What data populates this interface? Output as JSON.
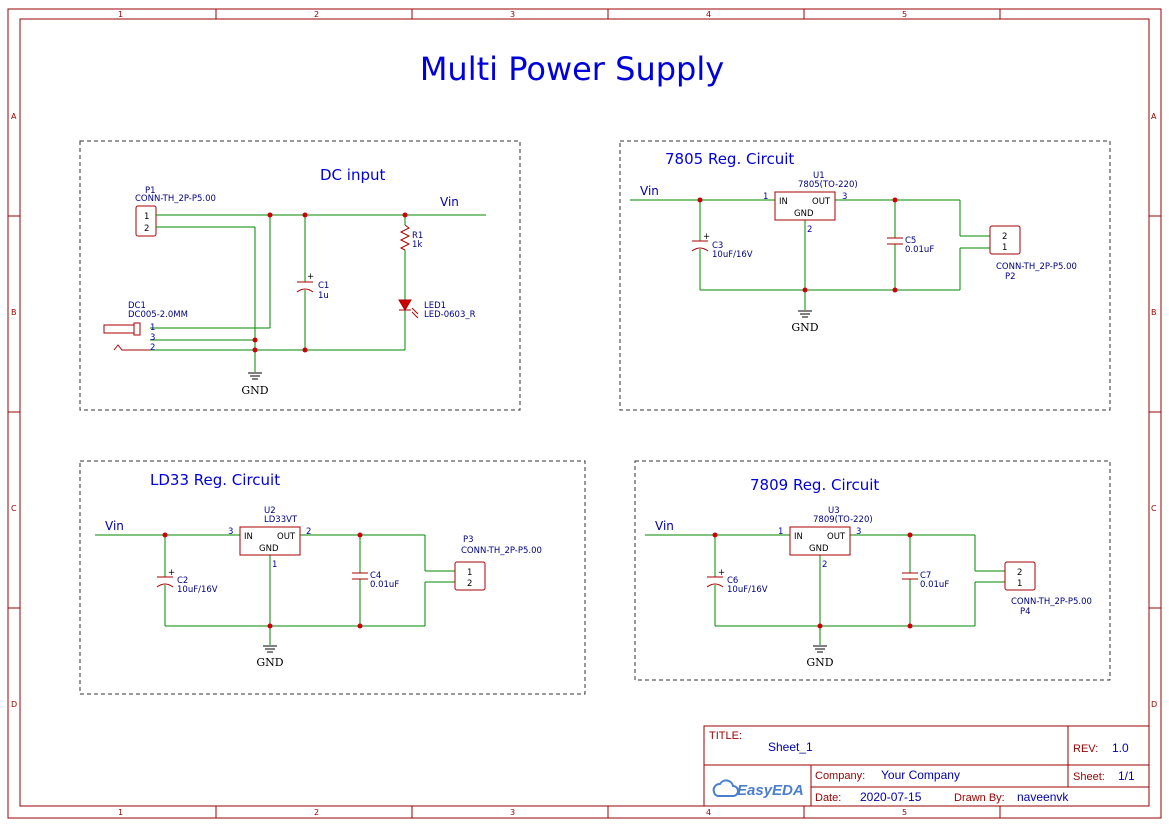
{
  "title": "Multi Power Supply",
  "zones": {
    "columns": [
      "1",
      "2",
      "3",
      "4",
      "5"
    ],
    "rows": [
      "A",
      "B",
      "C",
      "D"
    ]
  },
  "sections": {
    "dc_input": "DC input",
    "reg_7805": "7805 Reg. Circuit",
    "reg_ld33": "LD33 Reg. Circuit",
    "reg_7809": "7809 Reg. Circuit"
  },
  "nets": {
    "vin": "Vin",
    "gnd": "GND"
  },
  "components": {
    "p1": {
      "ref": "P1",
      "value": "CONN-TH_2P-P5.00",
      "pins": [
        "1",
        "2"
      ]
    },
    "dc1": {
      "ref": "DC1",
      "value": "DC005-2.0MM",
      "pins": [
        "1",
        "3",
        "2"
      ]
    },
    "c1": {
      "ref": "C1",
      "value": "1u"
    },
    "r1": {
      "ref": "R1",
      "value": "1k"
    },
    "led1": {
      "ref": "LED1",
      "value": "LED-0603_R"
    },
    "u1": {
      "ref": "U1",
      "value": "7805(TO-220)",
      "in": "IN",
      "out": "OUT",
      "gnd": "GND",
      "pin_in": "1",
      "pin_out": "3",
      "pin_gnd": "2"
    },
    "c3": {
      "ref": "C3",
      "value": "10uF/16V"
    },
    "c5": {
      "ref": "C5",
      "value": "0.01uF"
    },
    "p2": {
      "ref": "P2",
      "value": "CONN-TH_2P-P5.00",
      "pins": [
        "2",
        "1"
      ]
    },
    "u2": {
      "ref": "U2",
      "value": "LD33VT",
      "in": "IN",
      "out": "OUT",
      "gnd": "GND",
      "pin_in": "3",
      "pin_out": "2",
      "pin_gnd": "1"
    },
    "c2": {
      "ref": "C2",
      "value": "10uF/16V"
    },
    "c4": {
      "ref": "C4",
      "value": "0.01uF"
    },
    "p3": {
      "ref": "P3",
      "value": "CONN-TH_2P-P5.00",
      "pins": [
        "1",
        "2"
      ]
    },
    "u3": {
      "ref": "U3",
      "value": "7809(TO-220)",
      "in": "IN",
      "out": "OUT",
      "gnd": "GND",
      "pin_in": "1",
      "pin_out": "3",
      "pin_gnd": "2"
    },
    "c6": {
      "ref": "C6",
      "value": "10uF/16V"
    },
    "c7": {
      "ref": "C7",
      "value": "0.01uF"
    },
    "p4": {
      "ref": "P4",
      "value": "CONN-TH_2P-P5.00",
      "pins": [
        "2",
        "1"
      ]
    }
  },
  "title_block": {
    "title_label": "TITLE:",
    "title_value": "Sheet_1",
    "rev_label": "REV:",
    "rev_value": "1.0",
    "company_label": "Company:",
    "company_value": "Your Company",
    "sheet_label": "Sheet:",
    "sheet_value": "1/1",
    "date_label": "Date:",
    "date_value": "2020-07-15",
    "drawn_label": "Drawn By:",
    "drawn_value": "naveenvk",
    "logo": "EasyEDA"
  },
  "colors": {
    "frame": "#990000",
    "wire": "#008800",
    "text": "#0000dd",
    "junction": "#cc0000"
  }
}
